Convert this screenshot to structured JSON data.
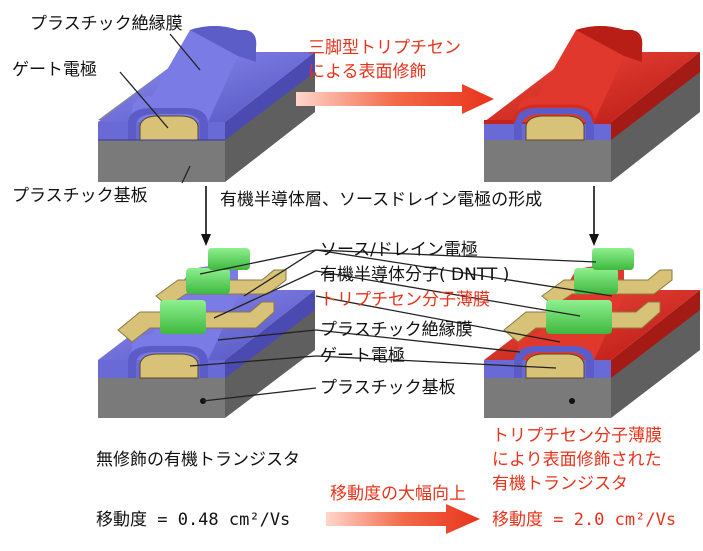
{
  "colors": {
    "substrate": "#7d7d7d",
    "insulator": "#6c6cd4",
    "triptycene": "#d42a22",
    "gate": "#d8c278",
    "semiconductor": "#59d359",
    "highlight": "#e8331b",
    "leader": "#1b1b1b"
  },
  "top_left": {
    "insulator_label": "プラスチック絶縁膜",
    "gate_label": "ゲート電極",
    "substrate_label": "プラスチック基板"
  },
  "top_arrow": {
    "line1": "三脚型トリプチセン",
    "line2": "による表面修飾"
  },
  "middle_step": "有機半導体層、ソースドレイン電極の形成",
  "bottom_labels": {
    "source_drain": "ソース/ドレイン電極",
    "semiconductor": "有機半導体分子( DNTT )",
    "triptycene_film": "トリプチセン分子薄膜",
    "insulator": "プラスチック絶縁膜",
    "gate": "ゲート電極",
    "substrate": "プラスチック基板"
  },
  "left_caption": "無修飾の有機トランジスタ",
  "right_caption": {
    "line1": "トリプチセン分子薄膜",
    "line2": "により表面修飾された",
    "line3": "有機トランジスタ"
  },
  "mobility_left": "移動度 = 0.48 cm²/Vs",
  "mobility_arrow_label": "移動度の大幅向上",
  "mobility_right": "移動度 = 2.0 cm²/Vs"
}
